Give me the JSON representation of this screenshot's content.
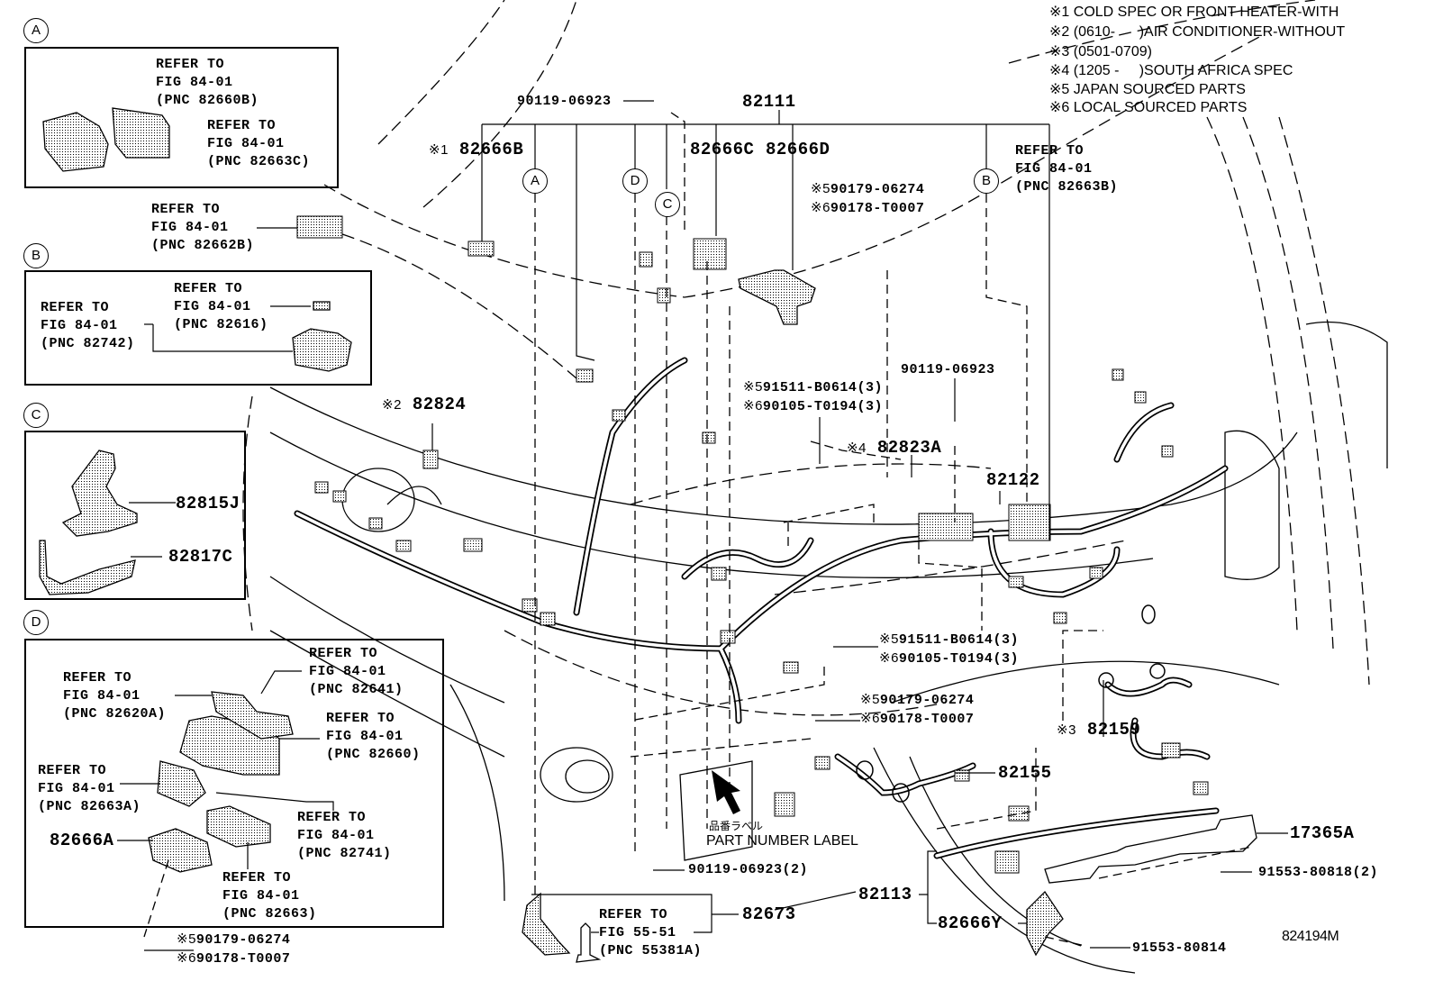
{
  "notes": [
    {
      "mark": "※1",
      "text": "COLD SPEC OR FRONT HEATER-WITH"
    },
    {
      "mark": "※2",
      "text": "(0610-      )AIR CONDITIONER-WITHOUT"
    },
    {
      "mark": "※3",
      "text": "(0501-0709)"
    },
    {
      "mark": "※4",
      "text": "(1205 -     )SOUTH AFRICA SPEC"
    },
    {
      "mark": "※5",
      "text": "JAPAN SOURCED PARTS"
    },
    {
      "mark": "※6",
      "text": "LOCAL SOURCED PARTS"
    }
  ],
  "insets": {
    "A": {
      "circle": "A",
      "refs": [
        {
          "line1": "REFER TO",
          "line2": "FIG 84-01",
          "line3": "(PNC 82660B)"
        },
        {
          "line1": "REFER TO",
          "line2": "FIG 84-01",
          "line3": "(PNC 82663C)"
        }
      ]
    },
    "B": {
      "circle": "B",
      "above_ref": {
        "line1": "REFER TO",
        "line2": "FIG 84-01",
        "line3": "(PNC 82662B)"
      },
      "refs": [
        {
          "line1": "REFER TO",
          "line2": "FIG 84-01",
          "line3": "(PNC 82742)"
        },
        {
          "line1": "REFER TO",
          "line2": "FIG 84-01",
          "line3": "(PNC 82616)"
        }
      ]
    },
    "C": {
      "circle": "C",
      "parts": [
        "82815J",
        "82817C"
      ]
    },
    "D": {
      "circle": "D",
      "refs": [
        {
          "line1": "REFER TO",
          "line2": "FIG 84-01",
          "line3": "(PNC 82620A)"
        },
        {
          "line1": "REFER TO",
          "line2": "FIG 84-01",
          "line3": "(PNC 82641)"
        },
        {
          "line1": "REFER TO",
          "line2": "FIG 84-01",
          "line3": "(PNC 82660)"
        },
        {
          "line1": "REFER TO",
          "line2": "FIG 84-01",
          "line3": "(PNC 82663A)"
        },
        {
          "line1": "REFER TO",
          "line2": "FIG 84-01",
          "line3": "(PNC 82741)"
        },
        {
          "line1": "REFER TO",
          "line2": "FIG 84-01",
          "line3": "(PNC 82663)"
        }
      ],
      "part": "82666A",
      "fastener": {
        "mark5": "※5",
        "pn5": "90179-06274",
        "mark6": "※6",
        "pn6": "90178-T0007"
      }
    }
  },
  "main": {
    "p_82111": "82111",
    "bolt_top": "90119-06923",
    "p_82666B": {
      "mark": "※1",
      "pn": "82666B"
    },
    "p_82666C": "82666C",
    "p_82666D": "82666D",
    "circles": [
      "A",
      "D",
      "C",
      "B"
    ],
    "clip_top": {
      "mark5": "※5",
      "pn5": "90179-06274",
      "mark6": "※6",
      "pn6": "90178-T0007"
    },
    "ref_82663B": {
      "line1": "REFER TO",
      "line2": "FIG 84-01",
      "line3": "(PNC 82663B)"
    },
    "p_82824": {
      "mark": "※2",
      "pn": "82824"
    },
    "bolt_mid": {
      "mark5": "※5",
      "pn5": "91511-B0614(3)",
      "mark6": "※6",
      "pn6": "90105-T0194(3)"
    },
    "bolt_right": "90119-06923",
    "p_82823A": {
      "mark": "※4",
      "pn": "82823A"
    },
    "p_82122": "82122",
    "bolt_low": {
      "mark5": "※5",
      "pn5": "91511-B0614(3)",
      "mark6": "※6",
      "pn6": "90105-T0194(3)"
    },
    "clip_low": {
      "mark5": "※5",
      "pn5": "90179-06274",
      "mark6": "※6",
      "pn6": "90178-T0007"
    },
    "p_82159": {
      "mark": "※3",
      "pn": "82159"
    },
    "p_82155": "82155",
    "label_jp": "品番ラベル",
    "label_en": "PART NUMBER LABEL",
    "bolt_bottom": "90119-06923(2)",
    "p_82673": "82673",
    "ref_55381A": {
      "line1": "REFER TO",
      "line2": "FIG 55-51",
      "line3": "(PNC 55381A)"
    },
    "p_82113": "82113",
    "p_82666Y": "82666Y",
    "p_17365A": "17365A",
    "bolt_17365": "91553-80818(2)",
    "bolt_82666Y": "91553-80814",
    "figure_id": "824194M"
  }
}
